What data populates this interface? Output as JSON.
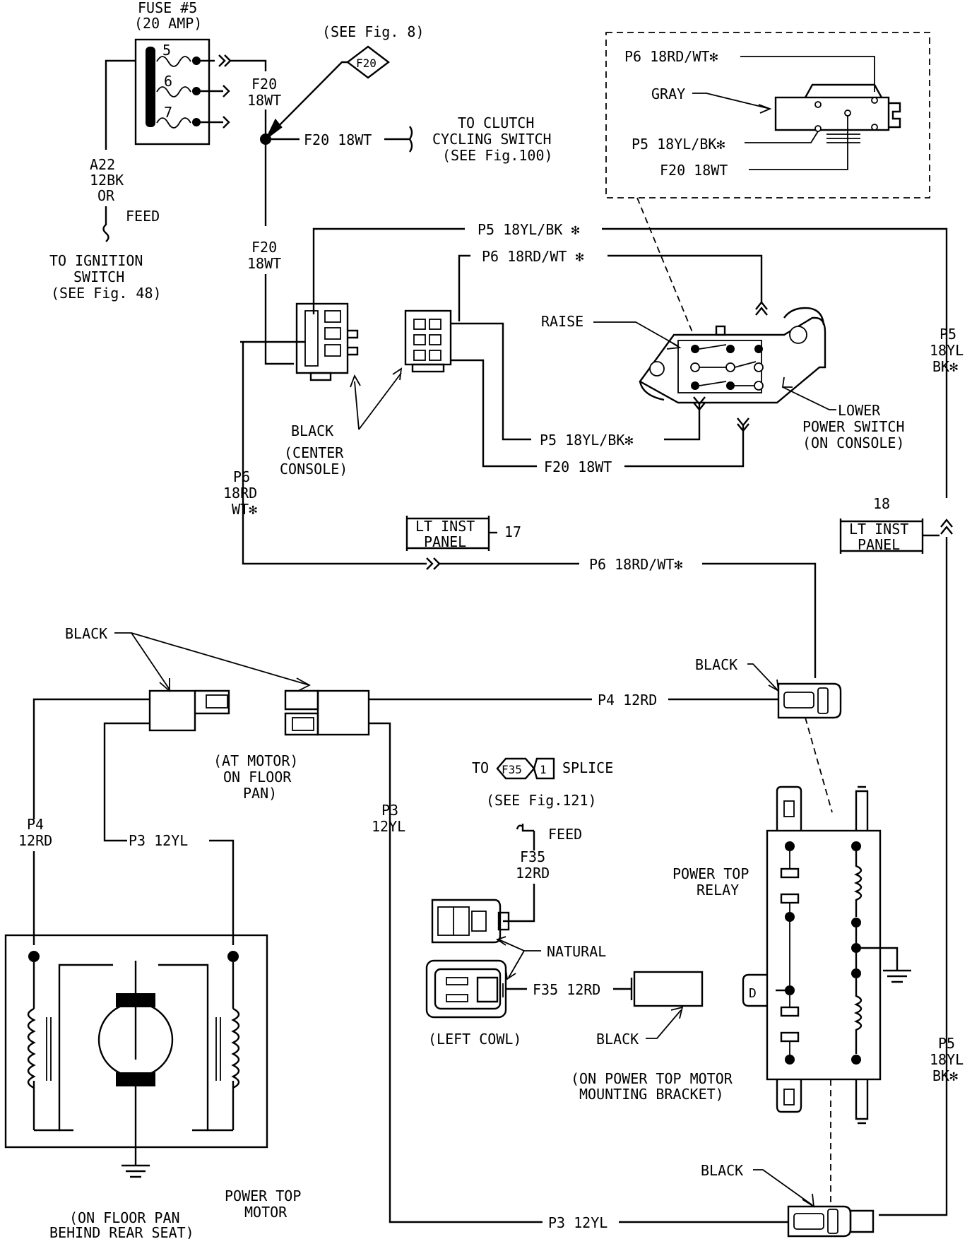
{
  "fuse": {
    "title": "FUSE #5",
    "rating": "(20 AMP)",
    "pin5": "5",
    "pin6": "6",
    "pin7": "7"
  },
  "feed_left": {
    "wire": "A22",
    "gauge": "12BK",
    "or": "OR",
    "feed": "FEED",
    "to1": "TO IGNITION",
    "to2": "SWITCH",
    "to3": "(SEE Fig. 48)"
  },
  "f20_ref": {
    "see": "(SEE Fig. 8)",
    "code": "F20"
  },
  "f20_labels": {
    "a1": "F20",
    "a2": "18WT",
    "b": "F20 18WT",
    "c1": "F20",
    "c2": "18WT"
  },
  "clutch": {
    "line1": "TO CLUTCH",
    "line2": "CYCLING SWITCH",
    "line3": "(SEE Fig.100)"
  },
  "inset": {
    "p6": "P6 18RD/WT✻",
    "gray": "GRAY",
    "p5": "P5 18YL/BK✻",
    "f20": "F20 18WT"
  },
  "console": {
    "p5_top": "P5 18YL/BK ✻",
    "p6_top": "P6 18RD/WT ✻",
    "raise": "RAISE",
    "black": "BLACK",
    "center1": "(CENTER",
    "center2": "CONSOLE)",
    "p5_bot": "P5 18YL/BK✻",
    "f20_bot": "F20 18WT",
    "lower1": "LOWER",
    "lower2": "POWER SWITCH",
    "lower3": "(ON CONSOLE)"
  },
  "right_wire": {
    "p5": "P5",
    "gauge": "18YL",
    "color": "BK✻"
  },
  "p6_left": {
    "p6": "P6",
    "gauge": "18RD",
    "color": "WT✻"
  },
  "lt_inst_left": {
    "line1": "LT INST",
    "line2": "PANEL",
    "num": "17"
  },
  "lt_inst_right": {
    "line1": "LT INST",
    "line2": "PANEL",
    "num": "18"
  },
  "p6_mid": "P6 18RD/WT✻",
  "motor_conn": {
    "black": "BLACK",
    "at1": "(AT MOTOR)",
    "at2": "ON FLOOR",
    "at3": "PAN)"
  },
  "p4_wire": "P4 12RD",
  "black_right": "BLACK",
  "left_p4": {
    "p4": "P4",
    "gauge": "12RD"
  },
  "p3_left": "P3 12YL",
  "p3_mid": {
    "p3": "P3",
    "gauge": "12YL"
  },
  "splice": {
    "to": "TO",
    "code": "F35",
    "num": "1",
    "splice": "SPLICE",
    "see": "(SEE Fig.121)",
    "feed": "FEED",
    "f35": "F35",
    "gauge": "12RD"
  },
  "cowl": {
    "natural": "NATURAL",
    "f35": "F35 12RD",
    "left": "(LEFT COWL)",
    "black": "BLACK"
  },
  "bracket": {
    "line1": "(ON POWER TOP MOTOR",
    "line2": "MOUNTING BRACKET)"
  },
  "relay": {
    "line1": "POWER TOP",
    "line2": "RELAY",
    "tab": "D"
  },
  "motor": {
    "line1": "POWER TOP",
    "line2": "MOTOR",
    "floor1": "(ON FLOOR PAN",
    "floor2": "BEHIND REAR SEAT)"
  },
  "bottom": {
    "black": "BLACK",
    "p3": "P3 12YL"
  },
  "right_wire_low": {
    "p5": "P5",
    "gauge": "18YL",
    "color": "BK✻"
  }
}
